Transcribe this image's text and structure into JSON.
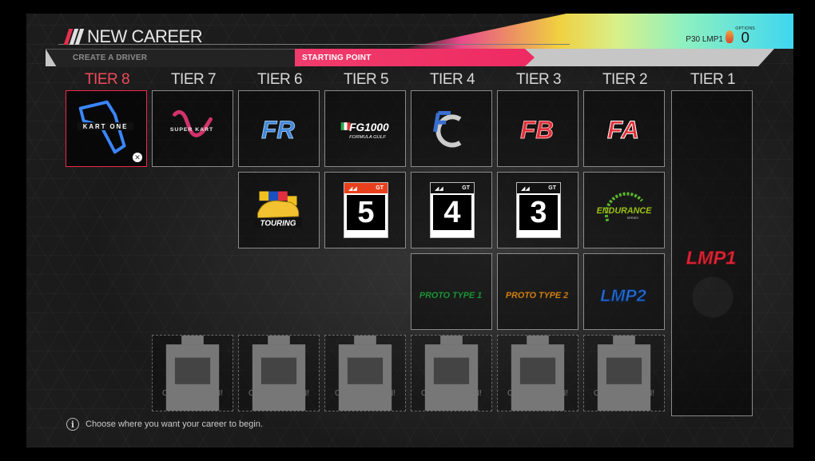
{
  "header": {
    "title": "NEW CAREER",
    "car": "P30 LMP1",
    "options_label": "OPTIONS",
    "options_value": "0"
  },
  "breadcrumbs": [
    {
      "label": "CREATE A DRIVER",
      "state": "done"
    },
    {
      "label": "STARTING POINT",
      "state": "active"
    }
  ],
  "tiers": [
    "TIER 8",
    "TIER 7",
    "TIER 6",
    "TIER 5",
    "TIER 4",
    "TIER 3",
    "TIER 2",
    "TIER 1"
  ],
  "selected_tier": "TIER 8",
  "series": {
    "kart_one": "KART ONE",
    "super_kart": "SUPER KART",
    "formula_rookie": "FR",
    "fg1000": "FG1000",
    "formula_gulf": "FORMULA GULF",
    "formula_c": "FC",
    "formula_b": "FB",
    "formula_a": "FA",
    "touring": "TOURING",
    "gt5": "5",
    "gt4": "4",
    "gt3": "3",
    "gt_label": "GT",
    "endurance": "ENDURANCE",
    "endurance_sub": "SERIES",
    "proto1": "PROTO TYPE 1",
    "proto2": "PROTO TYPE 2",
    "lmp2": "LMP2",
    "lmp1": "LMP1"
  },
  "coming_soon": "COMING SOON!",
  "footer": {
    "info_icon": "i",
    "hint": "Choose where you want your career to begin."
  },
  "colors": {
    "accent": "#ee2a62",
    "tier_active": "#f04a5a"
  }
}
